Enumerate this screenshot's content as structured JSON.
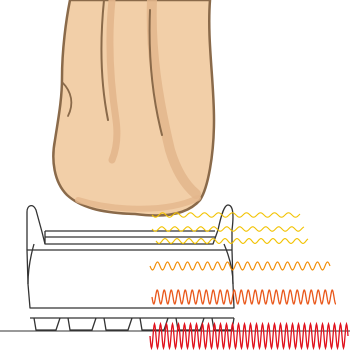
{
  "colors": {
    "heel_skin": "#f2cfa8",
    "heel_outline": "#8a6a4a",
    "heel_shadow": "#e3b68c",
    "shoe_outline": "#333333",
    "wave_yellow": "#f2c200",
    "wave_orange": "#f08a00",
    "wave_orange_red": "#e9571a",
    "wave_red": "#e0101c"
  },
  "illustration": {
    "subject": "heel-over-cushioned-shoe",
    "vibration_bands": [
      {
        "color_key": "wave_yellow",
        "frequency": "low",
        "amplitude": "small"
      },
      {
        "color_key": "wave_yellow",
        "frequency": "low",
        "amplitude": "small"
      },
      {
        "color_key": "wave_yellow",
        "frequency": "low",
        "amplitude": "small"
      },
      {
        "color_key": "wave_orange",
        "frequency": "medium",
        "amplitude": "medium"
      },
      {
        "color_key": "wave_orange_red",
        "frequency": "high",
        "amplitude": "large"
      },
      {
        "color_key": "wave_red",
        "frequency": "very-high",
        "amplitude": "very-large"
      }
    ]
  }
}
